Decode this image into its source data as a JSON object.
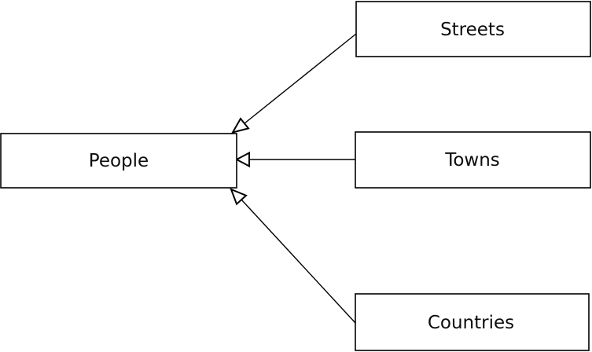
{
  "diagram": {
    "title": "people-places-generalization-diagram",
    "background_color": "#ffffff",
    "line_color": "#000000",
    "text_color": "#0d0d0d",
    "nodes": {
      "people": {
        "label": "People"
      },
      "streets": {
        "label": "Streets"
      },
      "towns": {
        "label": "Towns"
      },
      "countries": {
        "label": "Countries"
      }
    },
    "edges": [
      {
        "from": "streets",
        "to": "people",
        "style": "solid",
        "arrowhead": "open-triangle",
        "arrowhead_at": "people"
      },
      {
        "from": "towns",
        "to": "people",
        "style": "solid",
        "arrowhead": "open-triangle",
        "arrowhead_at": "people"
      },
      {
        "from": "countries",
        "to": "people",
        "style": "solid",
        "arrowhead": "open-triangle",
        "arrowhead_at": "people"
      }
    ]
  }
}
